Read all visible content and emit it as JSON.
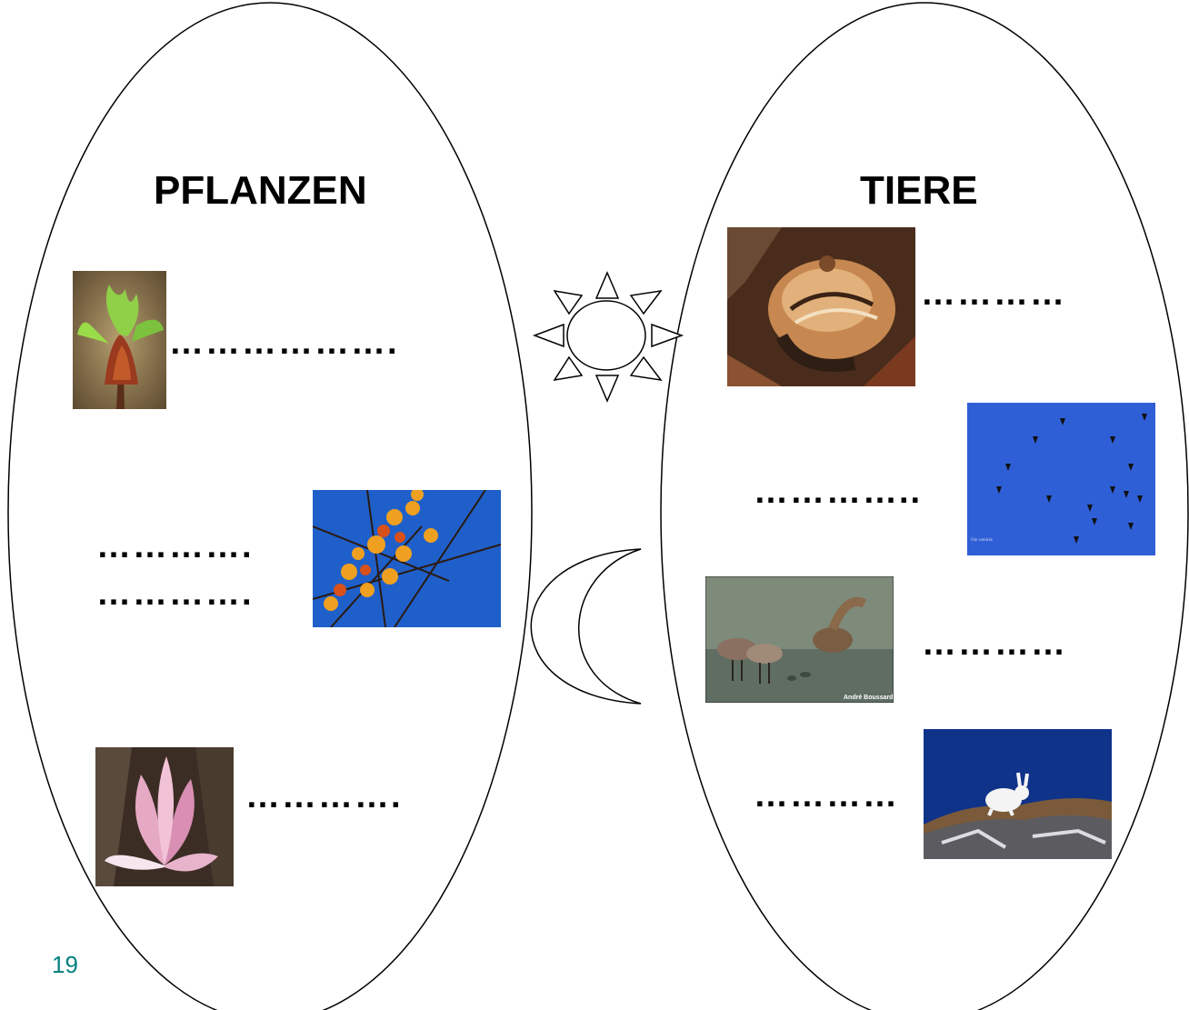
{
  "left_group": {
    "title": "PFLANZEN",
    "blanks": [
      "……………….",
      "………….",
      "………….",
      "…………."
    ]
  },
  "right_group": {
    "title": "TIERE",
    "blanks": [
      "…………",
      "…………..",
      "…………",
      "…………"
    ]
  },
  "center_symbols": [
    "sun-icon",
    "moon-icon"
  ],
  "photos": {
    "migrating_birds_caption": "Oie cendrée",
    "shorebirds_credit": "André Boussard"
  },
  "page_number": "19"
}
